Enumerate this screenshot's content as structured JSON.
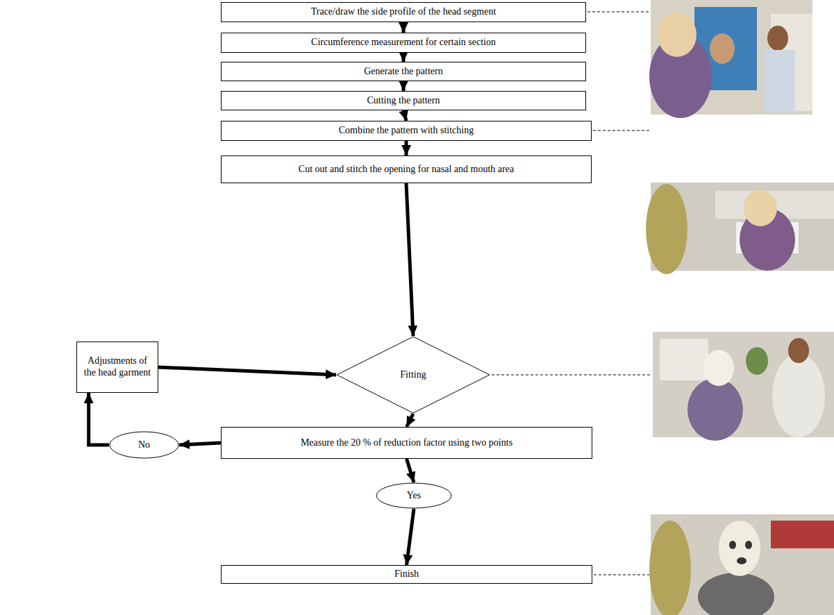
{
  "diagram": {
    "nodes": [
      {
        "text": [
          "Trace/draw the side profile of the head segment"
        ]
      },
      {
        "text": [
          "Circumference measurement for certain section"
        ]
      },
      {
        "text": [
          "Generate the pattern"
        ]
      },
      {
        "text": [
          "Cutting the pattern"
        ]
      },
      {
        "text": [
          "Combine the pattern with stitching"
        ]
      },
      {
        "text": [
          "Cut out and stitch the opening for nasal and mouth area"
        ]
      },
      {
        "text": [
          "Adjustments of the head garment"
        ]
      },
      {
        "text": [
          "Fitting"
        ]
      },
      {
        "text": [
          "Measure the 20 % of reduction factor using two points"
        ]
      },
      {
        "text": [
          "No"
        ]
      },
      {
        "text": [
          "Yes"
        ]
      },
      {
        "text": [
          "Finish"
        ]
      }
    ],
    "edges": [
      {
        "from": 0,
        "to": 1,
        "arrow": "to"
      },
      {
        "from": 1,
        "to": 2,
        "arrow": "to"
      },
      {
        "from": 2,
        "to": 3,
        "arrow": "to"
      },
      {
        "from": 3,
        "to": 4,
        "arrow": "to"
      },
      {
        "from": 4,
        "to": 5,
        "arrow": "to"
      },
      {
        "from": 5,
        "to": 7,
        "arrow": "to"
      },
      {
        "from": 7,
        "to": 8,
        "arrow": "to"
      },
      {
        "from": 8,
        "to": 9,
        "arrow": "to"
      },
      {
        "from": 9,
        "to": 6,
        "arrow": "to"
      },
      {
        "from": 6,
        "to": 7,
        "arrow": "to"
      },
      {
        "from": 8,
        "to": 10,
        "arrow": "to"
      },
      {
        "from": 10,
        "to": 11,
        "arrow": "to"
      }
    ]
  }
}
